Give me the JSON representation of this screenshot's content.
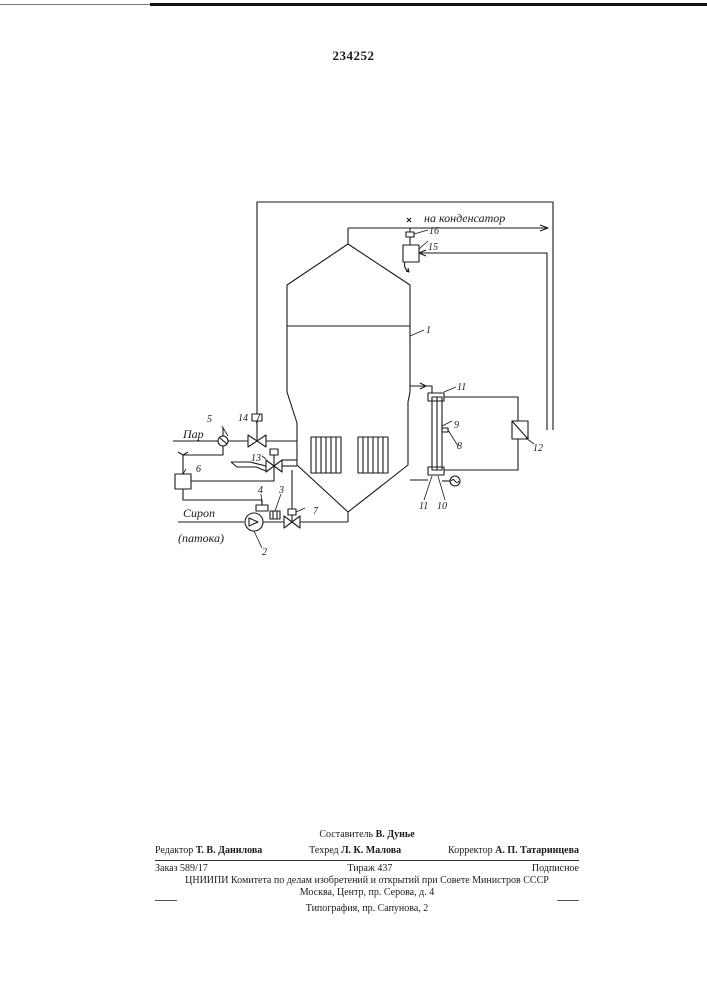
{
  "document": {
    "patent_number": "234252"
  },
  "diagram": {
    "labels": {
      "condenser": "на конденсатор",
      "steam": "Пар",
      "syrup": "Сироп",
      "molasses": "(патока)",
      "n1": "1",
      "n2": "2",
      "n3": "3",
      "n4": "4",
      "n5": "5",
      "n6": "6",
      "n7": "7",
      "n8": "8",
      "n9": "9",
      "n10": "10",
      "n11a": "11",
      "n11b": "11",
      "n12": "12",
      "n13": "13",
      "n14": "14",
      "n15": "15",
      "n16": "16"
    }
  },
  "footer": {
    "compiler_label": "Составитель",
    "compiler_name": "В. Дунье",
    "editor_label": "Редактор",
    "editor_name": "Т. В. Данилова",
    "techred_label": "Техред",
    "techred_name": "Л. К. Малова",
    "corrector_label": "Корректор",
    "corrector_name": "А. П. Татаринцева",
    "order": "Заказ 589/17",
    "circulation": "Тираж 437",
    "subscription": "Подписное",
    "organization": "ЦНИИПИ Комитета по делам изобретений и открытий при Совете Министров СССР",
    "address": "Москва, Центр, пр. Серова, д. 4",
    "typography": "Типография, пр. Сапунова, 2"
  }
}
